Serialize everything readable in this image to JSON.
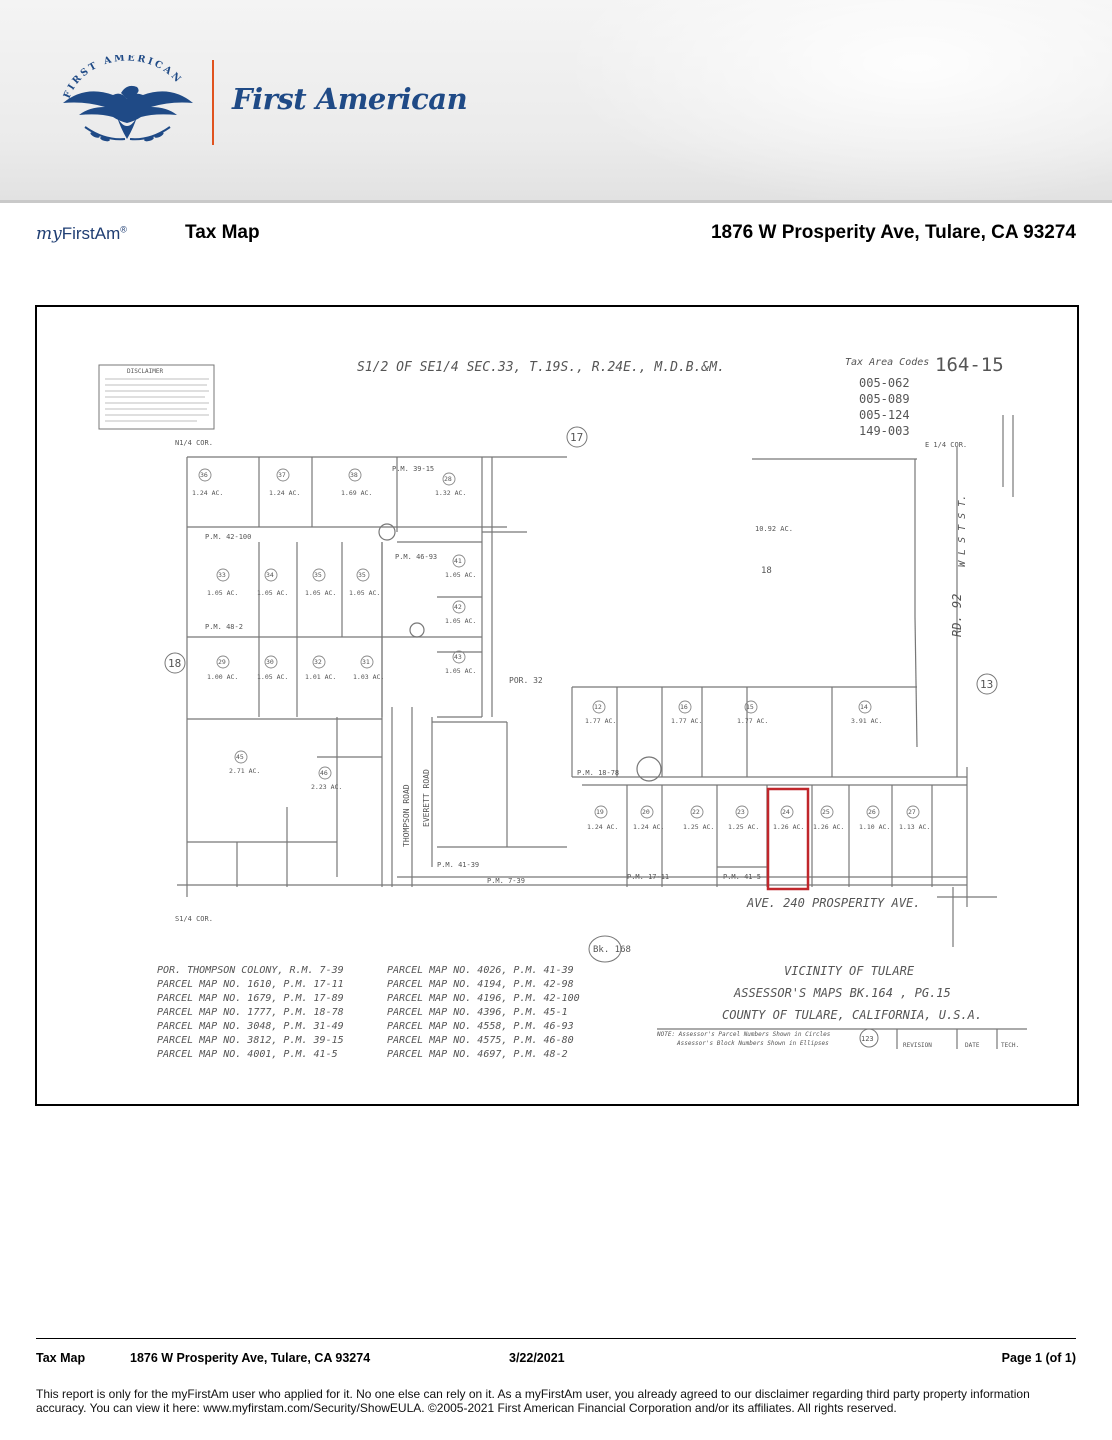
{
  "logo": {
    "seal_text": "FIRST AMERICAN",
    "wordmark": "First American",
    "brand_color": "#1f4a86",
    "accent_color": "#e0531f"
  },
  "header": {
    "brand_my": "my",
    "brand_firstam": "FirstAm",
    "brand_reg": "®",
    "title": "Tax Map",
    "address": "1876 W Prosperity Ave, Tulare, CA 93274"
  },
  "map": {
    "section_title": "S1/2 OF SE1/4 SEC.33, T.19S., R.24E., M.D.B.&M.",
    "tax_area_label": "Tax Area Codes",
    "book_page": "164-15",
    "tax_area_codes": [
      "005-062",
      "005-089",
      "005-124",
      "149-003"
    ],
    "disclaimer_title": "DISCLAIMER",
    "road_name": "AVE. 240   PROSPERITY AVE.",
    "road_92": "RD. 92",
    "west_st": "W L S T  S T.",
    "road_thompson": "THOMPSON ROAD",
    "road_everett": "EVERETT ROAD",
    "circle_17": "17",
    "circle_18": "18",
    "circle_13": "13",
    "circle_bk": "Bk. 168",
    "circle_123": "123",
    "corner_top_left": "N1/4  COR.",
    "corner_top_right": "E 1/4  COR.",
    "corner_bottom_left": "S1/4  COR.",
    "parcel_large": "18",
    "parcel_large_ac": "10.92 AC.",
    "parcel_por": "POR. 32",
    "parcels": [
      {
        "num": "36",
        "ac": "1.24 AC."
      },
      {
        "num": "37",
        "ac": "1.24 AC."
      },
      {
        "num": "38",
        "ac": "1.69 AC."
      },
      {
        "num": "28",
        "ac": "1.32 AC."
      },
      {
        "num": "33",
        "ac": "1.05 AC."
      },
      {
        "num": "34",
        "ac": "1.05 AC."
      },
      {
        "num": "35",
        "ac": "1.05 AC."
      },
      {
        "num": "41",
        "ac": "1.05 AC."
      },
      {
        "num": "42",
        "ac": "1.05 AC."
      },
      {
        "num": "29",
        "ac": "1.00 AC."
      },
      {
        "num": "30",
        "ac": "1.05 AC."
      },
      {
        "num": "32",
        "ac": "1.01 AC."
      },
      {
        "num": "31",
        "ac": "1.03 AC."
      },
      {
        "num": "43",
        "ac": "1.05 AC."
      },
      {
        "num": "12",
        "ac": "1.77 AC."
      },
      {
        "num": "16",
        "ac": "1.77 AC."
      },
      {
        "num": "15",
        "ac": "1.77 AC."
      },
      {
        "num": "14",
        "ac": "3.91 AC."
      },
      {
        "num": "45",
        "ac": "2.71 AC."
      },
      {
        "num": "46",
        "ac": "2.23 AC."
      },
      {
        "num": "19",
        "ac": "1.24 AC."
      },
      {
        "num": "20",
        "ac": "1.24 AC."
      },
      {
        "num": "22",
        "ac": "1.25 AC."
      },
      {
        "num": "23",
        "ac": "1.25 AC."
      },
      {
        "num": "24",
        "ac": "1.26 AC."
      },
      {
        "num": "25",
        "ac": "1.26 AC."
      },
      {
        "num": "26",
        "ac": "1.10 AC."
      },
      {
        "num": "27",
        "ac": "1.13 AC."
      }
    ],
    "subject_parcel": "24",
    "highlight_color": "#c0262b",
    "pm_labels": [
      "P.M. 39-15",
      "P.M. 46-93",
      "P.M. 42-100",
      "P.M. 48-2",
      "P.M. 18-78",
      "P.M. 17-11",
      "P.M. 41-5",
      "P.M. 41-39",
      "P.M. 7-39"
    ],
    "maps_left": [
      "POR. THOMPSON COLONY, R.M. 7-39",
      "PARCEL MAP NO. 1610, P.M. 17-11",
      "PARCEL MAP NO. 1679, P.M. 17-89",
      "PARCEL MAP NO. 1777, P.M. 18-78",
      "PARCEL MAP NO. 3048, P.M. 31-49",
      "PARCEL MAP NO. 3812, P.M. 39-15",
      "PARCEL MAP NO. 4001, P.M. 41-5"
    ],
    "maps_right": [
      "PARCEL MAP NO. 4026, P.M. 41-39",
      "PARCEL MAP NO. 4194, P.M. 42-98",
      "PARCEL MAP NO. 4196, P.M. 42-100",
      "PARCEL MAP NO. 4396, P.M. 45-1",
      "PARCEL MAP NO. 4558, P.M. 46-93",
      "PARCEL MAP NO. 4575, P.M. 46-80",
      "PARCEL MAP NO. 4697, P.M. 48-2"
    ],
    "vicinity": "VICINITY OF TULARE",
    "assessor_maps": "ASSESSOR'S MAPS BK.164 , PG.15",
    "county": "COUNTY OF TULARE, CALIFORNIA, U.S.A.",
    "note_line1": "NOTE: Assessor's Parcel Numbers Shown in Circles",
    "note_line2": "Assessor's Block Numbers Shown in Ellipses",
    "rev_label": "REVISION",
    "date_label": "DATE",
    "tech_label": "TECH."
  },
  "footer": {
    "title": "Tax Map",
    "address": "1876 W Prosperity Ave, Tulare, CA 93274",
    "date": "3/22/2021",
    "page": "Page 1 (of 1)",
    "disclaimer": "This report is only for the myFirstAm user who applied for it. No one else can rely on it. As a myFirstAm user, you already agreed to our disclaimer regarding third party property information accuracy. You can view it here: www.myfirstam.com/Security/ShowEULA. ©2005-2021 First American Financial Corporation and/or its affiliates. All rights reserved."
  }
}
